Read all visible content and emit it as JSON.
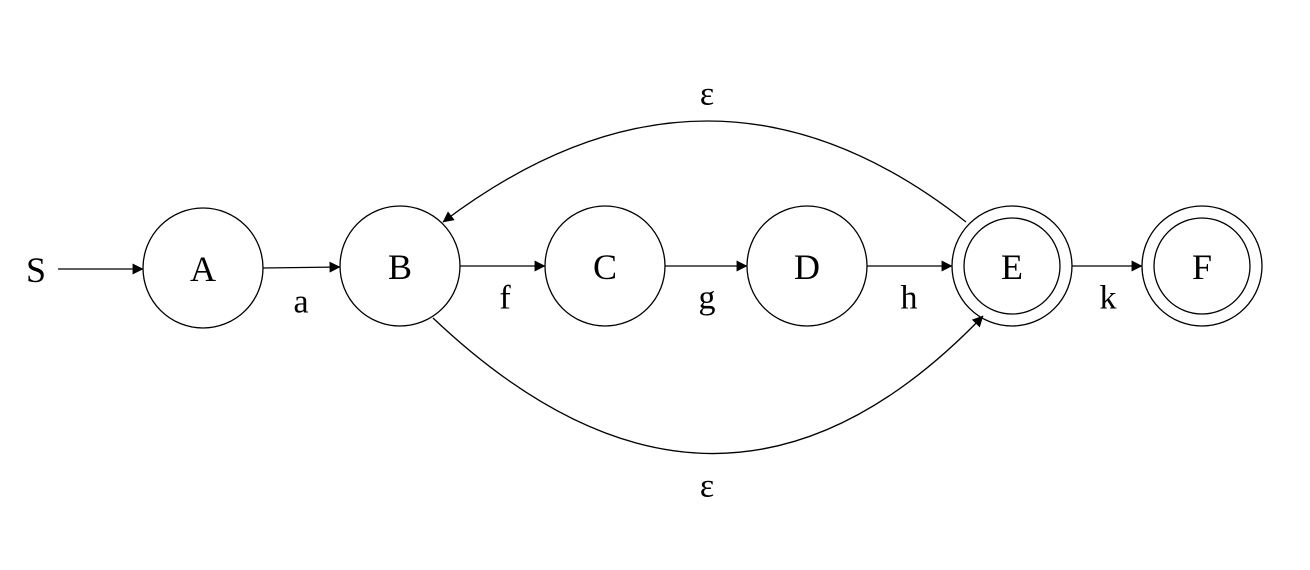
{
  "diagram": {
    "start_symbol": "S",
    "states": {
      "A": {
        "label": "A",
        "accepting": false
      },
      "B": {
        "label": "B",
        "accepting": false
      },
      "C": {
        "label": "C",
        "accepting": false
      },
      "D": {
        "label": "D",
        "accepting": false
      },
      "E": {
        "label": "E",
        "accepting": true
      },
      "F": {
        "label": "F",
        "accepting": true
      }
    },
    "transitions": {
      "a_b": {
        "from": "A",
        "to": "B",
        "symbol": "a"
      },
      "b_c": {
        "from": "B",
        "to": "C",
        "symbol": "f"
      },
      "c_d": {
        "from": "C",
        "to": "D",
        "symbol": "g"
      },
      "d_e": {
        "from": "D",
        "to": "E",
        "symbol": "h"
      },
      "e_f": {
        "from": "E",
        "to": "F",
        "symbol": "k"
      },
      "e_b": {
        "from": "E",
        "to": "B",
        "symbol": "ε"
      },
      "b_e": {
        "from": "B",
        "to": "E",
        "symbol": "ε"
      }
    }
  }
}
